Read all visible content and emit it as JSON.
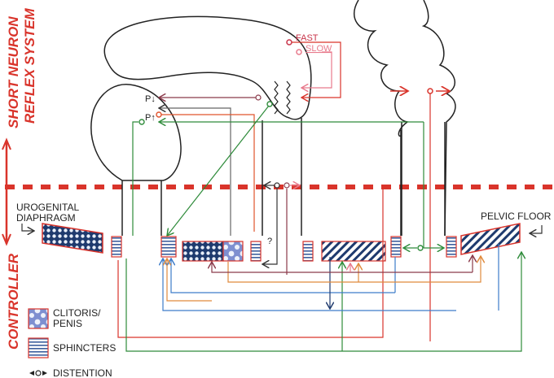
{
  "labels": {
    "short_neuron": "SHORT NEURON",
    "reflex_system": "REFLEX SYSTEM",
    "controller": "CONTROLLER",
    "urogenital_1": "UROGENITAL",
    "urogenital_2": "DIAPHRAGM",
    "pelvic_floor": "PELVIC FLOOR",
    "fast": "FAST",
    "slow": "SLOW",
    "p_down": "P↓",
    "p_up": "P↑",
    "question": "?"
  },
  "legend": {
    "clitoris_1": "CLITORIS/",
    "clitoris_2": "PENIS",
    "sphincters": "SPHINCTERS",
    "distention": "DISTENTION",
    "distention_symbol": "<o>"
  },
  "colors": {
    "red": "#d9342b",
    "dark": "#333333",
    "green": "#2e8b3a",
    "blue": "#3d7cc9",
    "orange": "#e08a3c",
    "pink": "#e87a8c",
    "maroon": "#8a3a4a",
    "navy": "#1e3a6e"
  }
}
